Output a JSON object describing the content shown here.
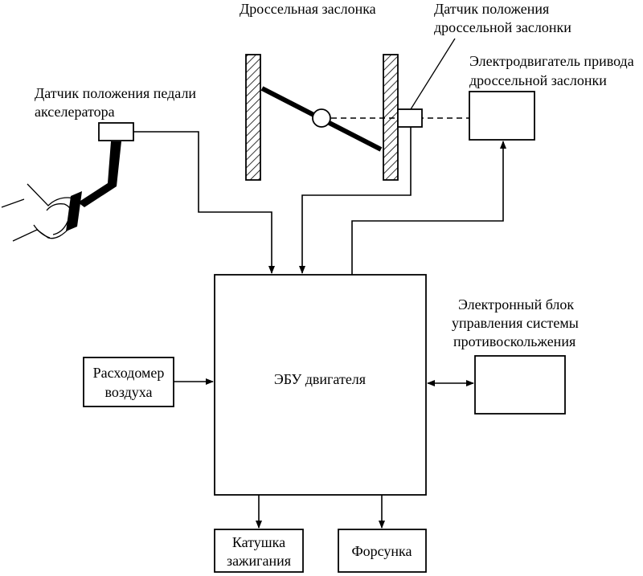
{
  "labels": {
    "throttle_valve": "Дроссельная заслонка",
    "tps_line1": "Датчик положения",
    "tps_line2": "дроссельной заслонки",
    "motor_line1": "Электродвигатель привода",
    "motor_line2": "дроссельной заслонки",
    "pedal_line1": "Датчик положения педали",
    "pedal_line2": "акселератора",
    "abs_line1": "Электронный блок",
    "abs_line2": "управления системы",
    "abs_line3": "противоскольжения",
    "ecu": "ЭБУ двигателя",
    "maf_line1": "Расходомер",
    "maf_line2": "воздуха",
    "coil_line1": "Катушка",
    "coil_line2": "зажигания",
    "injector": "Форсунка"
  }
}
